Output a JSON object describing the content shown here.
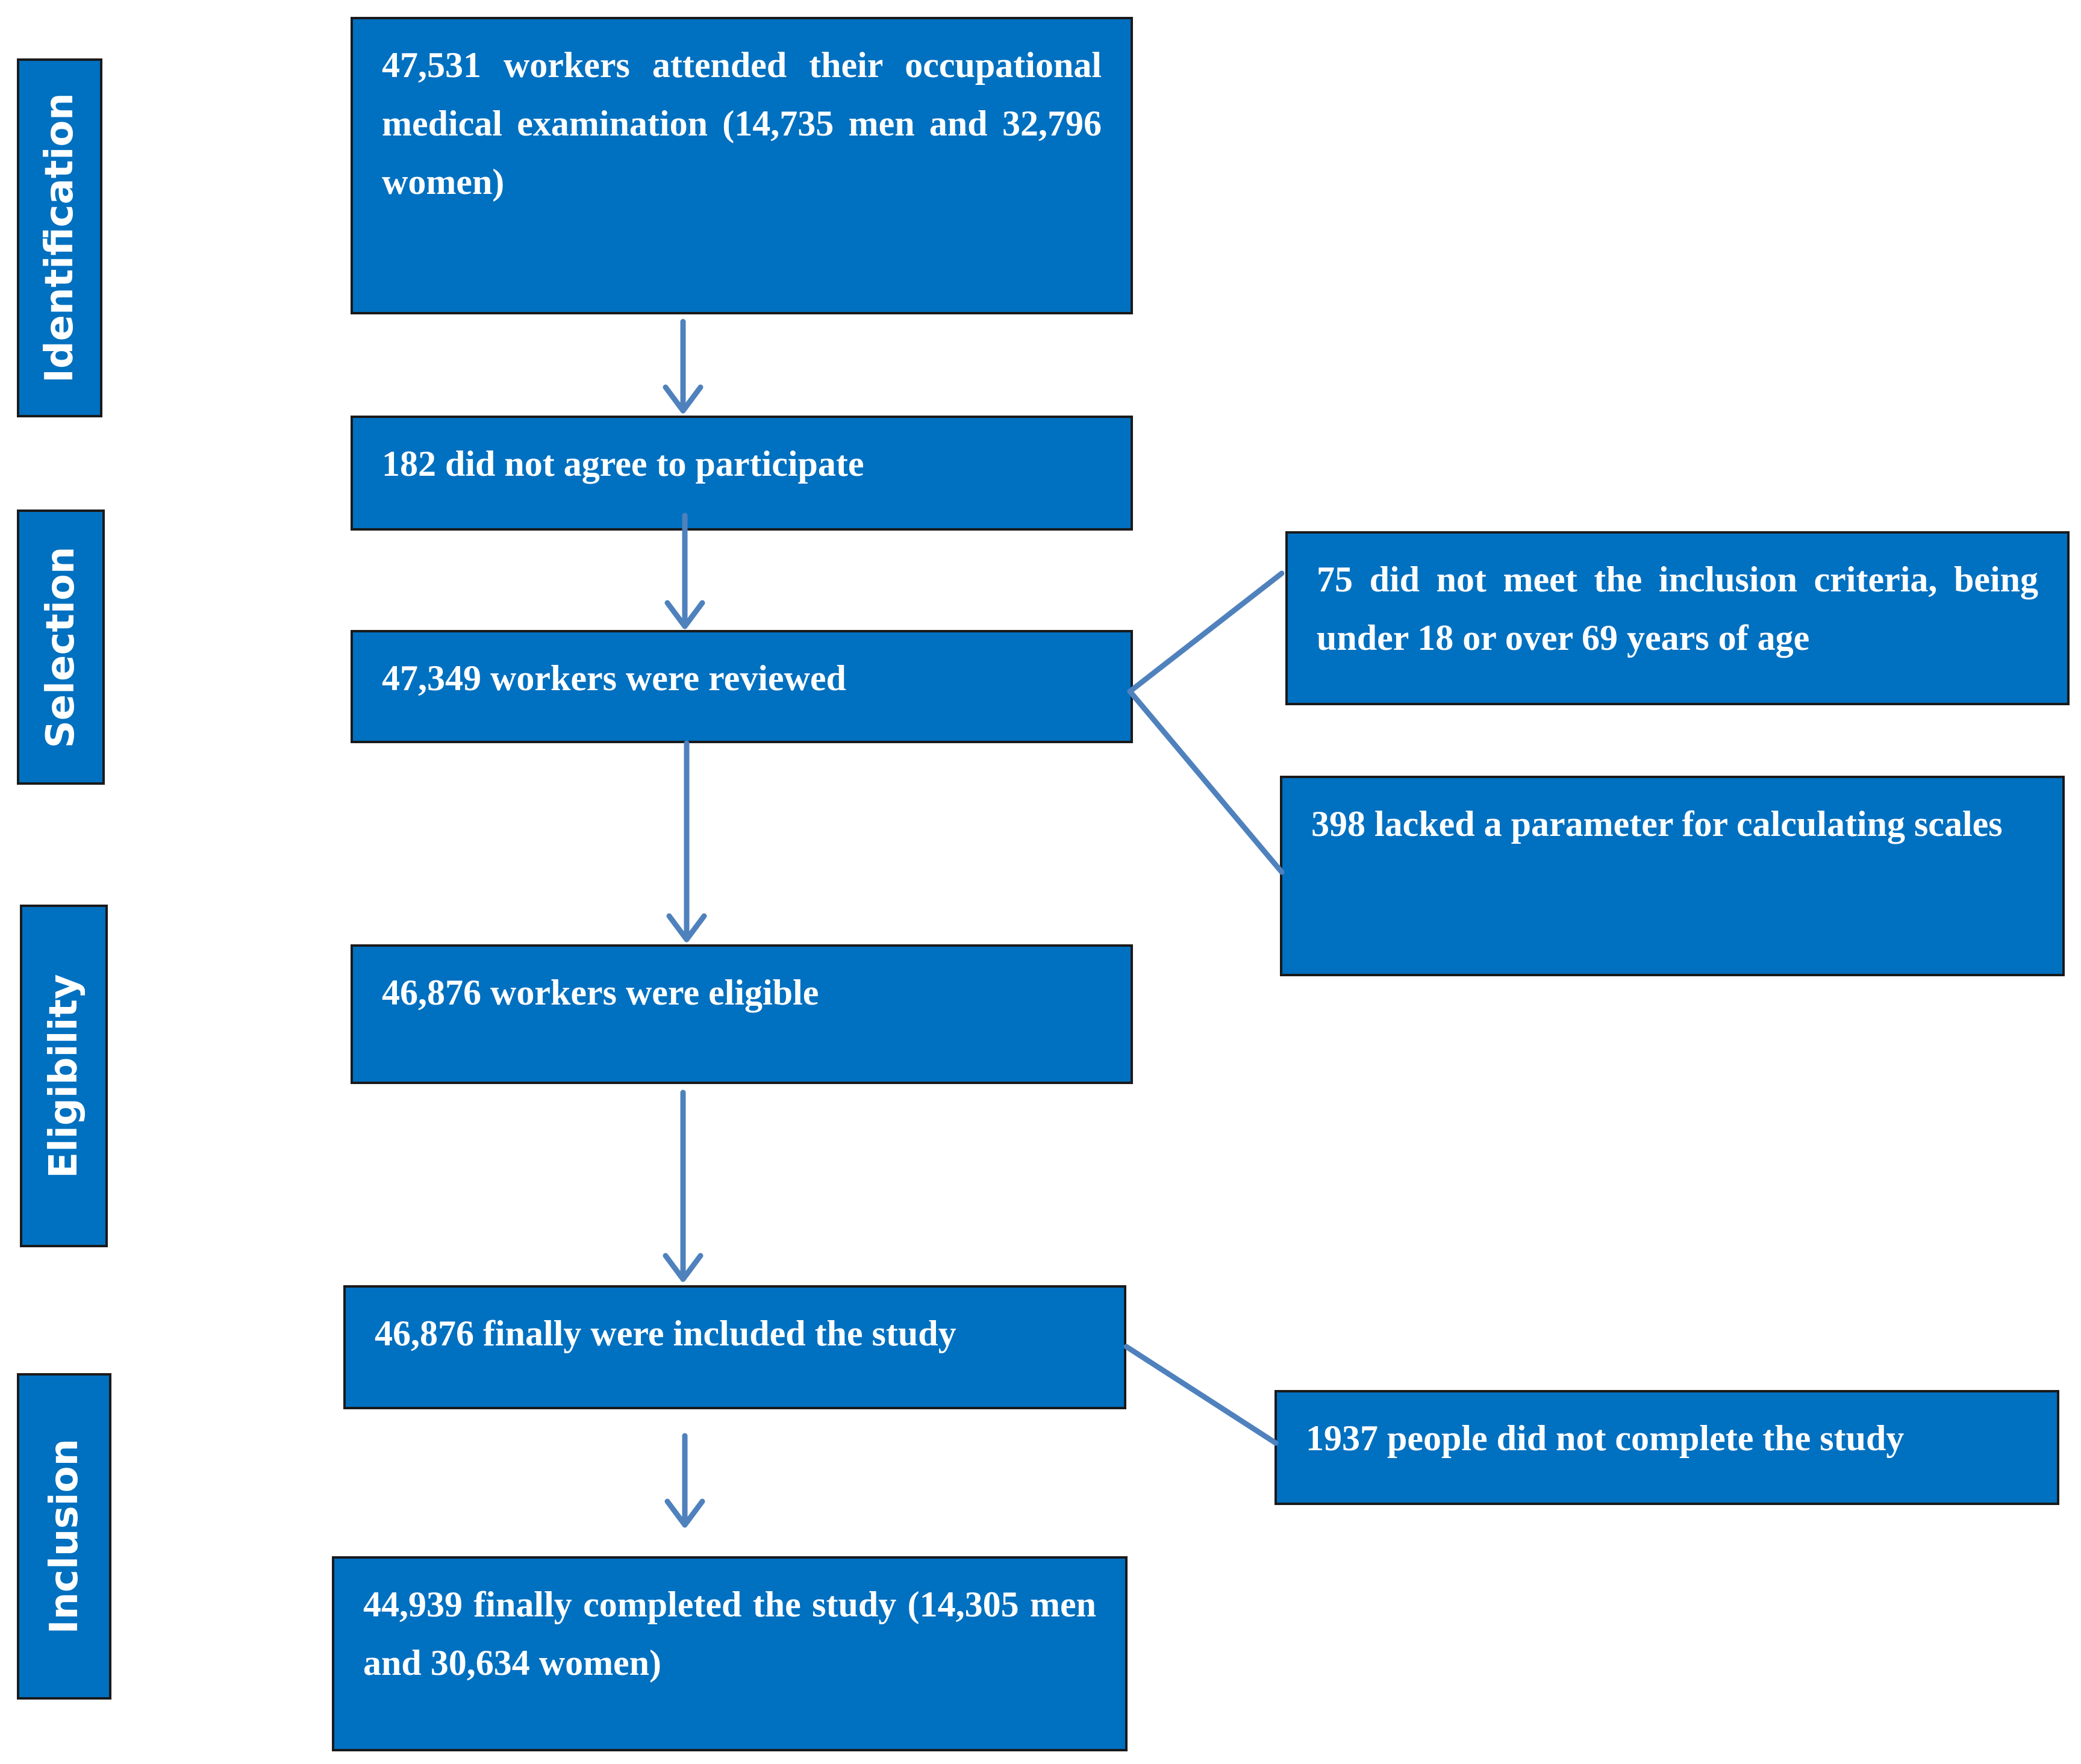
{
  "phases": {
    "identification": "Identification",
    "selection": "Selection",
    "eligibility": "Eligibility",
    "inclusion": "Inclusion"
  },
  "boxes": {
    "attended": "47,531 workers attended their occupational medical examination (14,735 men and 32,796 women)",
    "not_agree": "182 did not agree to participate",
    "reviewed": "47,349 workers were reviewed",
    "inclusion_criteria": "75 did not meet the inclusion criteria, being under 18 or over 69 years of age",
    "lacked_parameter": "398  lacked a parameter for calculating scales",
    "eligible": "46,876 workers were eligible",
    "included": "46,876 finally were included the study",
    "not_complete": "1937 people did not complete the study",
    "completed": "44,939 finally completed  the study (14,305 men and 30,634 women)"
  },
  "colors": {
    "box_fill": "#0070C0",
    "border": "#1a1a1a",
    "arrow": "#4F81BD",
    "text": "#ffffff"
  }
}
